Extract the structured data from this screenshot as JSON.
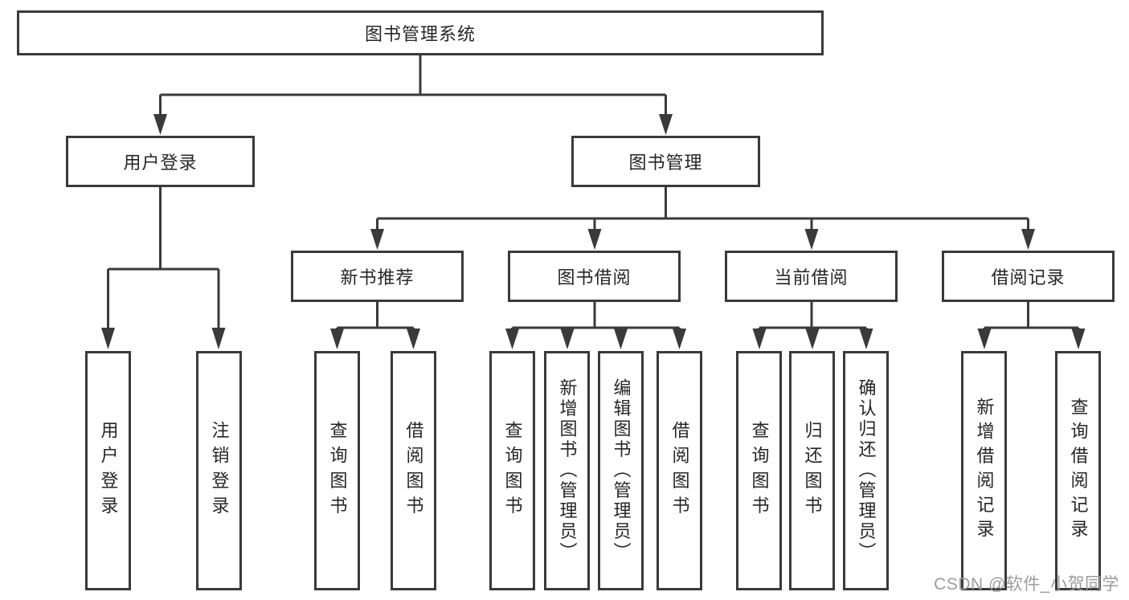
{
  "diagram": {
    "root": {
      "label": "图书管理系统"
    },
    "level2": [
      {
        "label": "用户登录"
      },
      {
        "label": "图书管理"
      }
    ],
    "level3": [
      {
        "label": "新书推荐",
        "parent": "图书管理"
      },
      {
        "label": "图书借阅",
        "parent": "图书管理"
      },
      {
        "label": "当前借阅",
        "parent": "图书管理"
      },
      {
        "label": "借阅记录",
        "parent": "图书管理"
      }
    ],
    "leaves": [
      {
        "label": "用户登录",
        "parent": "用户登录"
      },
      {
        "label": "注销登录",
        "parent": "用户登录"
      },
      {
        "label": "查询图书",
        "parent": "新书推荐"
      },
      {
        "label": "借阅图书",
        "parent": "新书推荐"
      },
      {
        "label": "查询图书",
        "parent": "图书借阅"
      },
      {
        "label": "新增图书（管理员）",
        "parent": "图书借阅"
      },
      {
        "label": "编辑图书（管理员）",
        "parent": "图书借阅"
      },
      {
        "label": "借阅图书",
        "parent": "图书借阅"
      },
      {
        "label": "查询图书",
        "parent": "当前借阅"
      },
      {
        "label": "归还图书",
        "parent": "当前借阅"
      },
      {
        "label": "确认归还（管理员）",
        "parent": "当前借阅"
      },
      {
        "label": "新增借阅记录",
        "parent": "借阅记录"
      },
      {
        "label": "查询借阅记录",
        "parent": "借阅记录"
      }
    ]
  },
  "watermark": {
    "text": "CSDN @软件_小贺同学"
  },
  "colors": {
    "line": "#3a3a3a",
    "border": "#3a3a3a",
    "text": "#262626",
    "background": "#ffffff",
    "watermark": "#9c9c9c"
  }
}
